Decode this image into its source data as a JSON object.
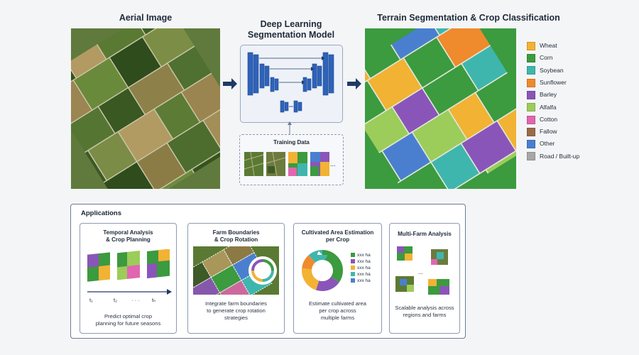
{
  "sections": {
    "aerial_title": "Aerial Image",
    "model_title_line1": "Deep Learning",
    "model_title_line2": "Segmentation Model",
    "output_title": "Terrain Segmentation & Crop Classification",
    "training_label": "Training Data",
    "training_ellipsis": "..."
  },
  "legend": [
    {
      "label": "Wheat",
      "color": "#f2b233"
    },
    {
      "label": "Corn",
      "color": "#3c9a3f"
    },
    {
      "label": "Soybean",
      "color": "#3fb6ad"
    },
    {
      "label": "Sunflower",
      "color": "#ef8a2d"
    },
    {
      "label": "Barley",
      "color": "#8a55b8"
    },
    {
      "label": "Alfalfa",
      "color": "#9ccc5a"
    },
    {
      "label": "Cotton",
      "color": "#e066b0"
    },
    {
      "label": "Fallow",
      "color": "#9b6b4a"
    },
    {
      "label": "Other",
      "color": "#4a7fd0"
    },
    {
      "label": "Road / Built-up",
      "color": "#a7a7a7"
    }
  ],
  "applications": {
    "heading": "Applications",
    "temporal": {
      "title_line1": "Temporal Analysis",
      "title_line2": "& Crop Planning",
      "t1": "t₁",
      "t2": "t₂",
      "dots": "· · ·",
      "tn": "tₙ",
      "desc_line1": "Predict optimal crop",
      "desc_line2": "planning for future seasons"
    },
    "boundaries": {
      "title_line1": "Farm Boundaries",
      "title_line2": "& Crop Rotation",
      "desc_line1": "Integrate farm boundaries",
      "desc_line2": "to generate crop rotation",
      "desc_line3": "strategies"
    },
    "area": {
      "title_line1": "Cultivated Area Estimation",
      "title_line2": "per Crop",
      "legend": [
        {
          "label": "xxx ha",
          "color": "#3c9a3f"
        },
        {
          "label": "xxx ha",
          "color": "#8a55b8"
        },
        {
          "label": "xxx ha",
          "color": "#f2b233"
        },
        {
          "label": "xxx ha",
          "color": "#3fb6ad"
        },
        {
          "label": "xxx ha",
          "color": "#4a7fd0"
        }
      ],
      "desc_line1": "Estimate cultivated area",
      "desc_line2": "per crop across",
      "desc_line3": "multiple farms"
    },
    "multifarm": {
      "title": "Multi-Farm Analysis",
      "dots": "...",
      "desc_line1": "Scalable analysis across",
      "desc_line2": "regions and farms"
    }
  }
}
